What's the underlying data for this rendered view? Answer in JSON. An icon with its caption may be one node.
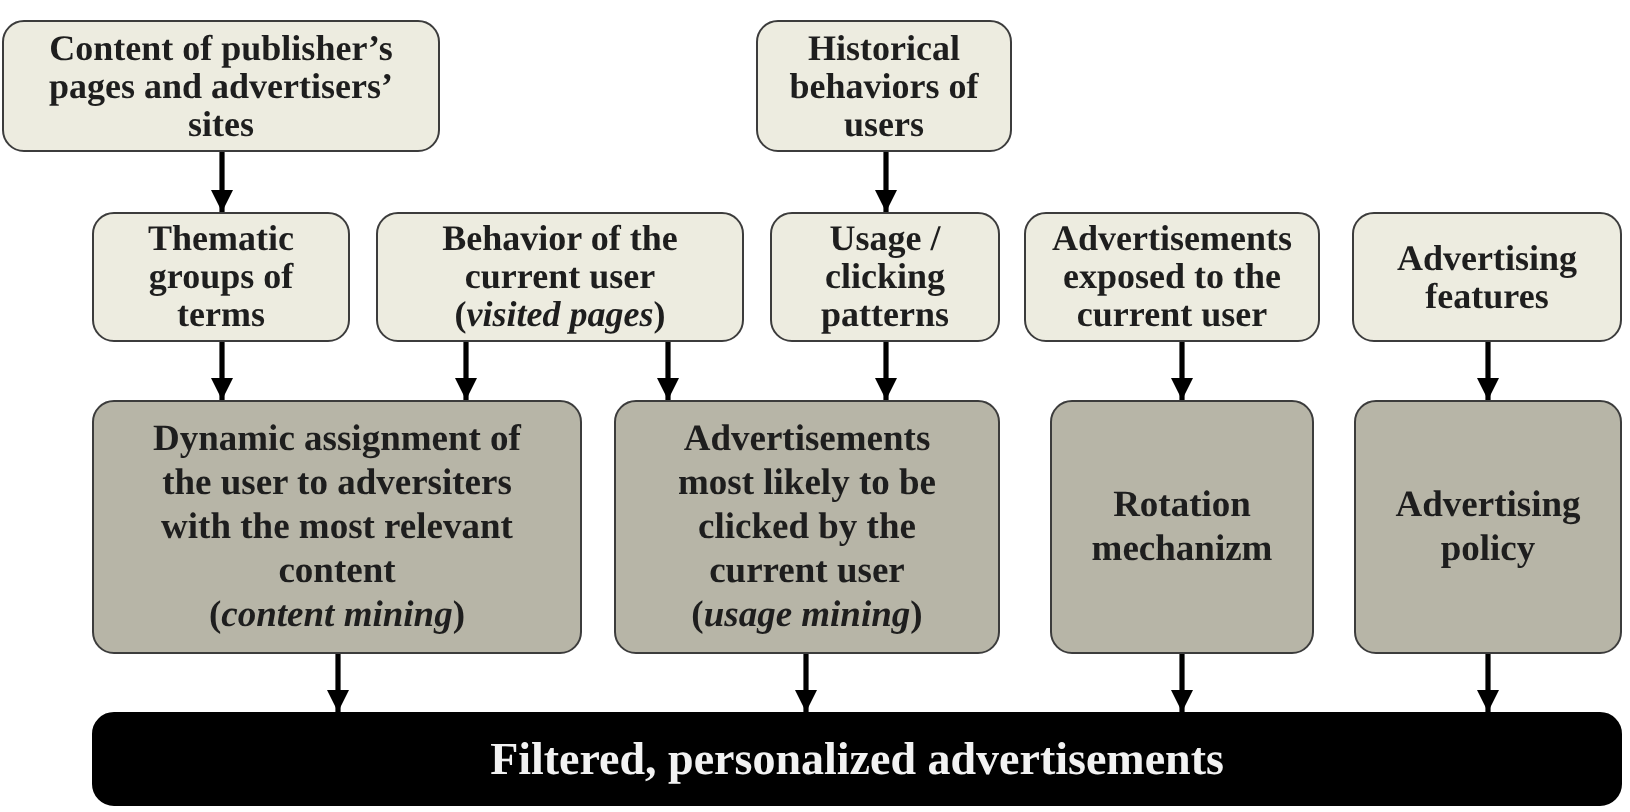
{
  "diagram": {
    "nodes": [
      {
        "text": [
          "Content of publisher’s pages and advertisers’ sites"
        ]
      },
      {
        "text": [
          "Historical behaviors of users"
        ]
      },
      {
        "text": [
          "Thematic groups of terms"
        ]
      },
      {
        "text": [
          "Behavior of the current user",
          "(*visited pages*)"
        ]
      },
      {
        "text": [
          "Usage / clicking patterns"
        ]
      },
      {
        "text": [
          "Advertisements exposed to the current user"
        ]
      },
      {
        "text": [
          "Advertising features"
        ]
      },
      {
        "text": [
          "Dynamic assignment of the user to adversiters with the most relevant content",
          "(*content mining*)"
        ]
      },
      {
        "text": [
          "Advertisements most likely to be clicked by the current user",
          "(*usage mining*)"
        ]
      },
      {
        "text": [
          "Rotation mechanizm"
        ]
      },
      {
        "text": [
          "Advertising policy"
        ]
      },
      {
        "text": [
          "Filtered, personalized advertisements"
        ]
      }
    ],
    "edges": [
      {
        "from": 0,
        "to": 2,
        "arrow": "to"
      },
      {
        "from": 1,
        "to": 4,
        "arrow": "to"
      },
      {
        "from": 2,
        "to": 7,
        "arrow": "to"
      },
      {
        "from": 3,
        "to": 7,
        "arrow": "to"
      },
      {
        "from": 3,
        "to": 8,
        "arrow": "to"
      },
      {
        "from": 4,
        "to": 8,
        "arrow": "to"
      },
      {
        "from": 5,
        "to": 9,
        "arrow": "to"
      },
      {
        "from": 6,
        "to": 10,
        "arrow": "to"
      },
      {
        "from": 7,
        "to": 11,
        "arrow": "to"
      },
      {
        "from": 8,
        "to": 11,
        "arrow": "to"
      },
      {
        "from": 9,
        "to": 11,
        "arrow": "to"
      },
      {
        "from": 10,
        "to": 11,
        "arrow": "to"
      }
    ]
  }
}
